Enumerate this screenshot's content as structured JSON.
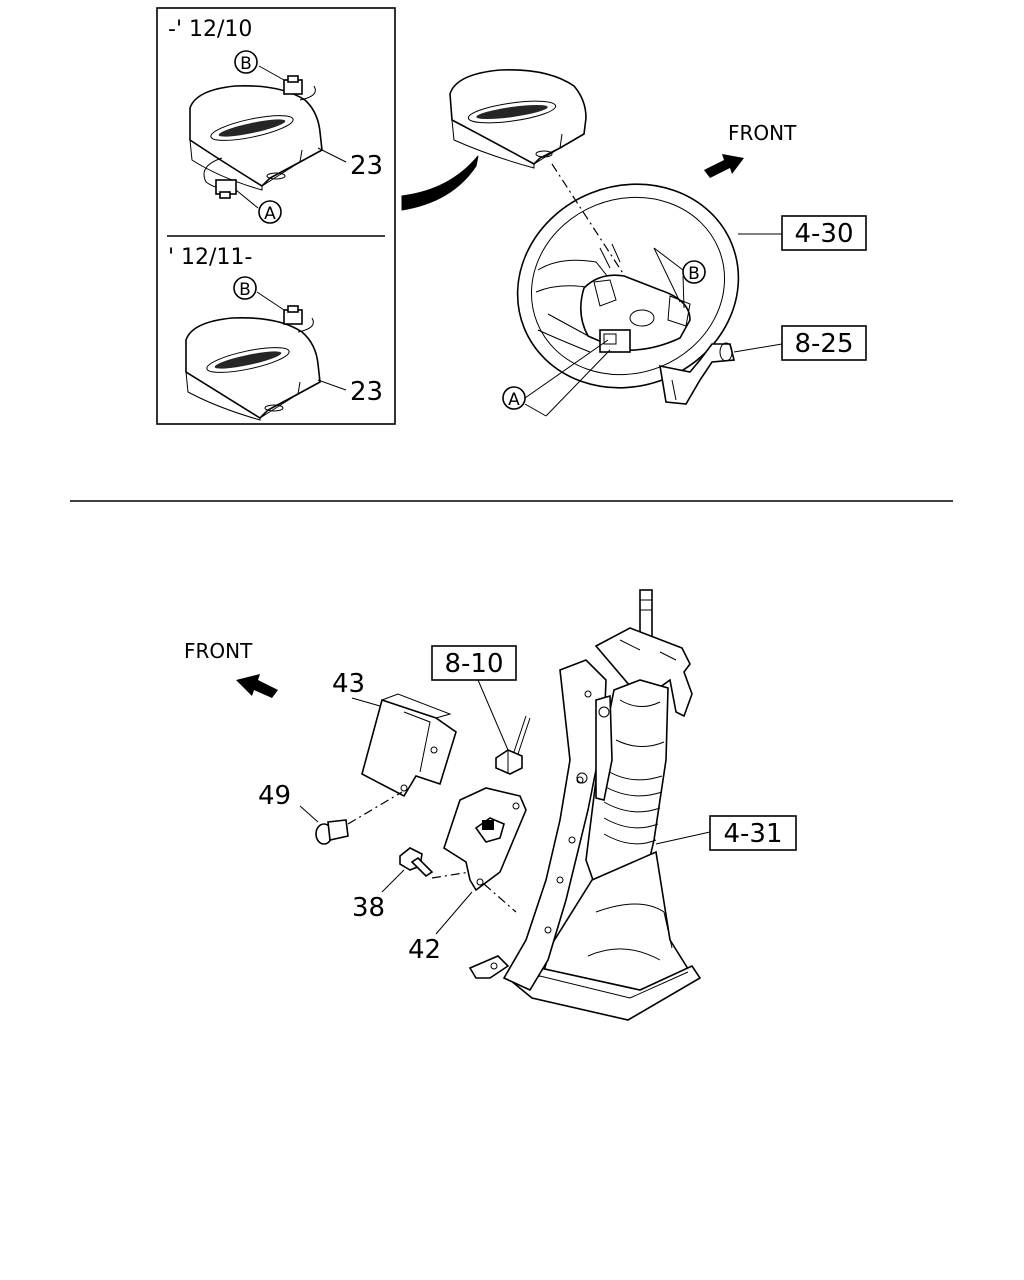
{
  "upper_section": {
    "inset": {
      "variant_1_label": "-' 12/10",
      "variant_2_label": "' 12/11-",
      "part_23_label_1": "23",
      "part_23_label_2": "23",
      "connector_a": "A",
      "connector_b_1": "B",
      "connector_b_2": "B"
    },
    "front_label": "FRONT",
    "ref_4_30": "4-30",
    "ref_8_25": "8-25",
    "callout_b": "B",
    "callout_a": "A"
  },
  "lower_section": {
    "front_label": "FRONT",
    "ref_8_10": "8-10",
    "ref_4_31": "4-31",
    "part_43": "43",
    "part_49": "49",
    "part_38": "38",
    "part_42": "42"
  }
}
